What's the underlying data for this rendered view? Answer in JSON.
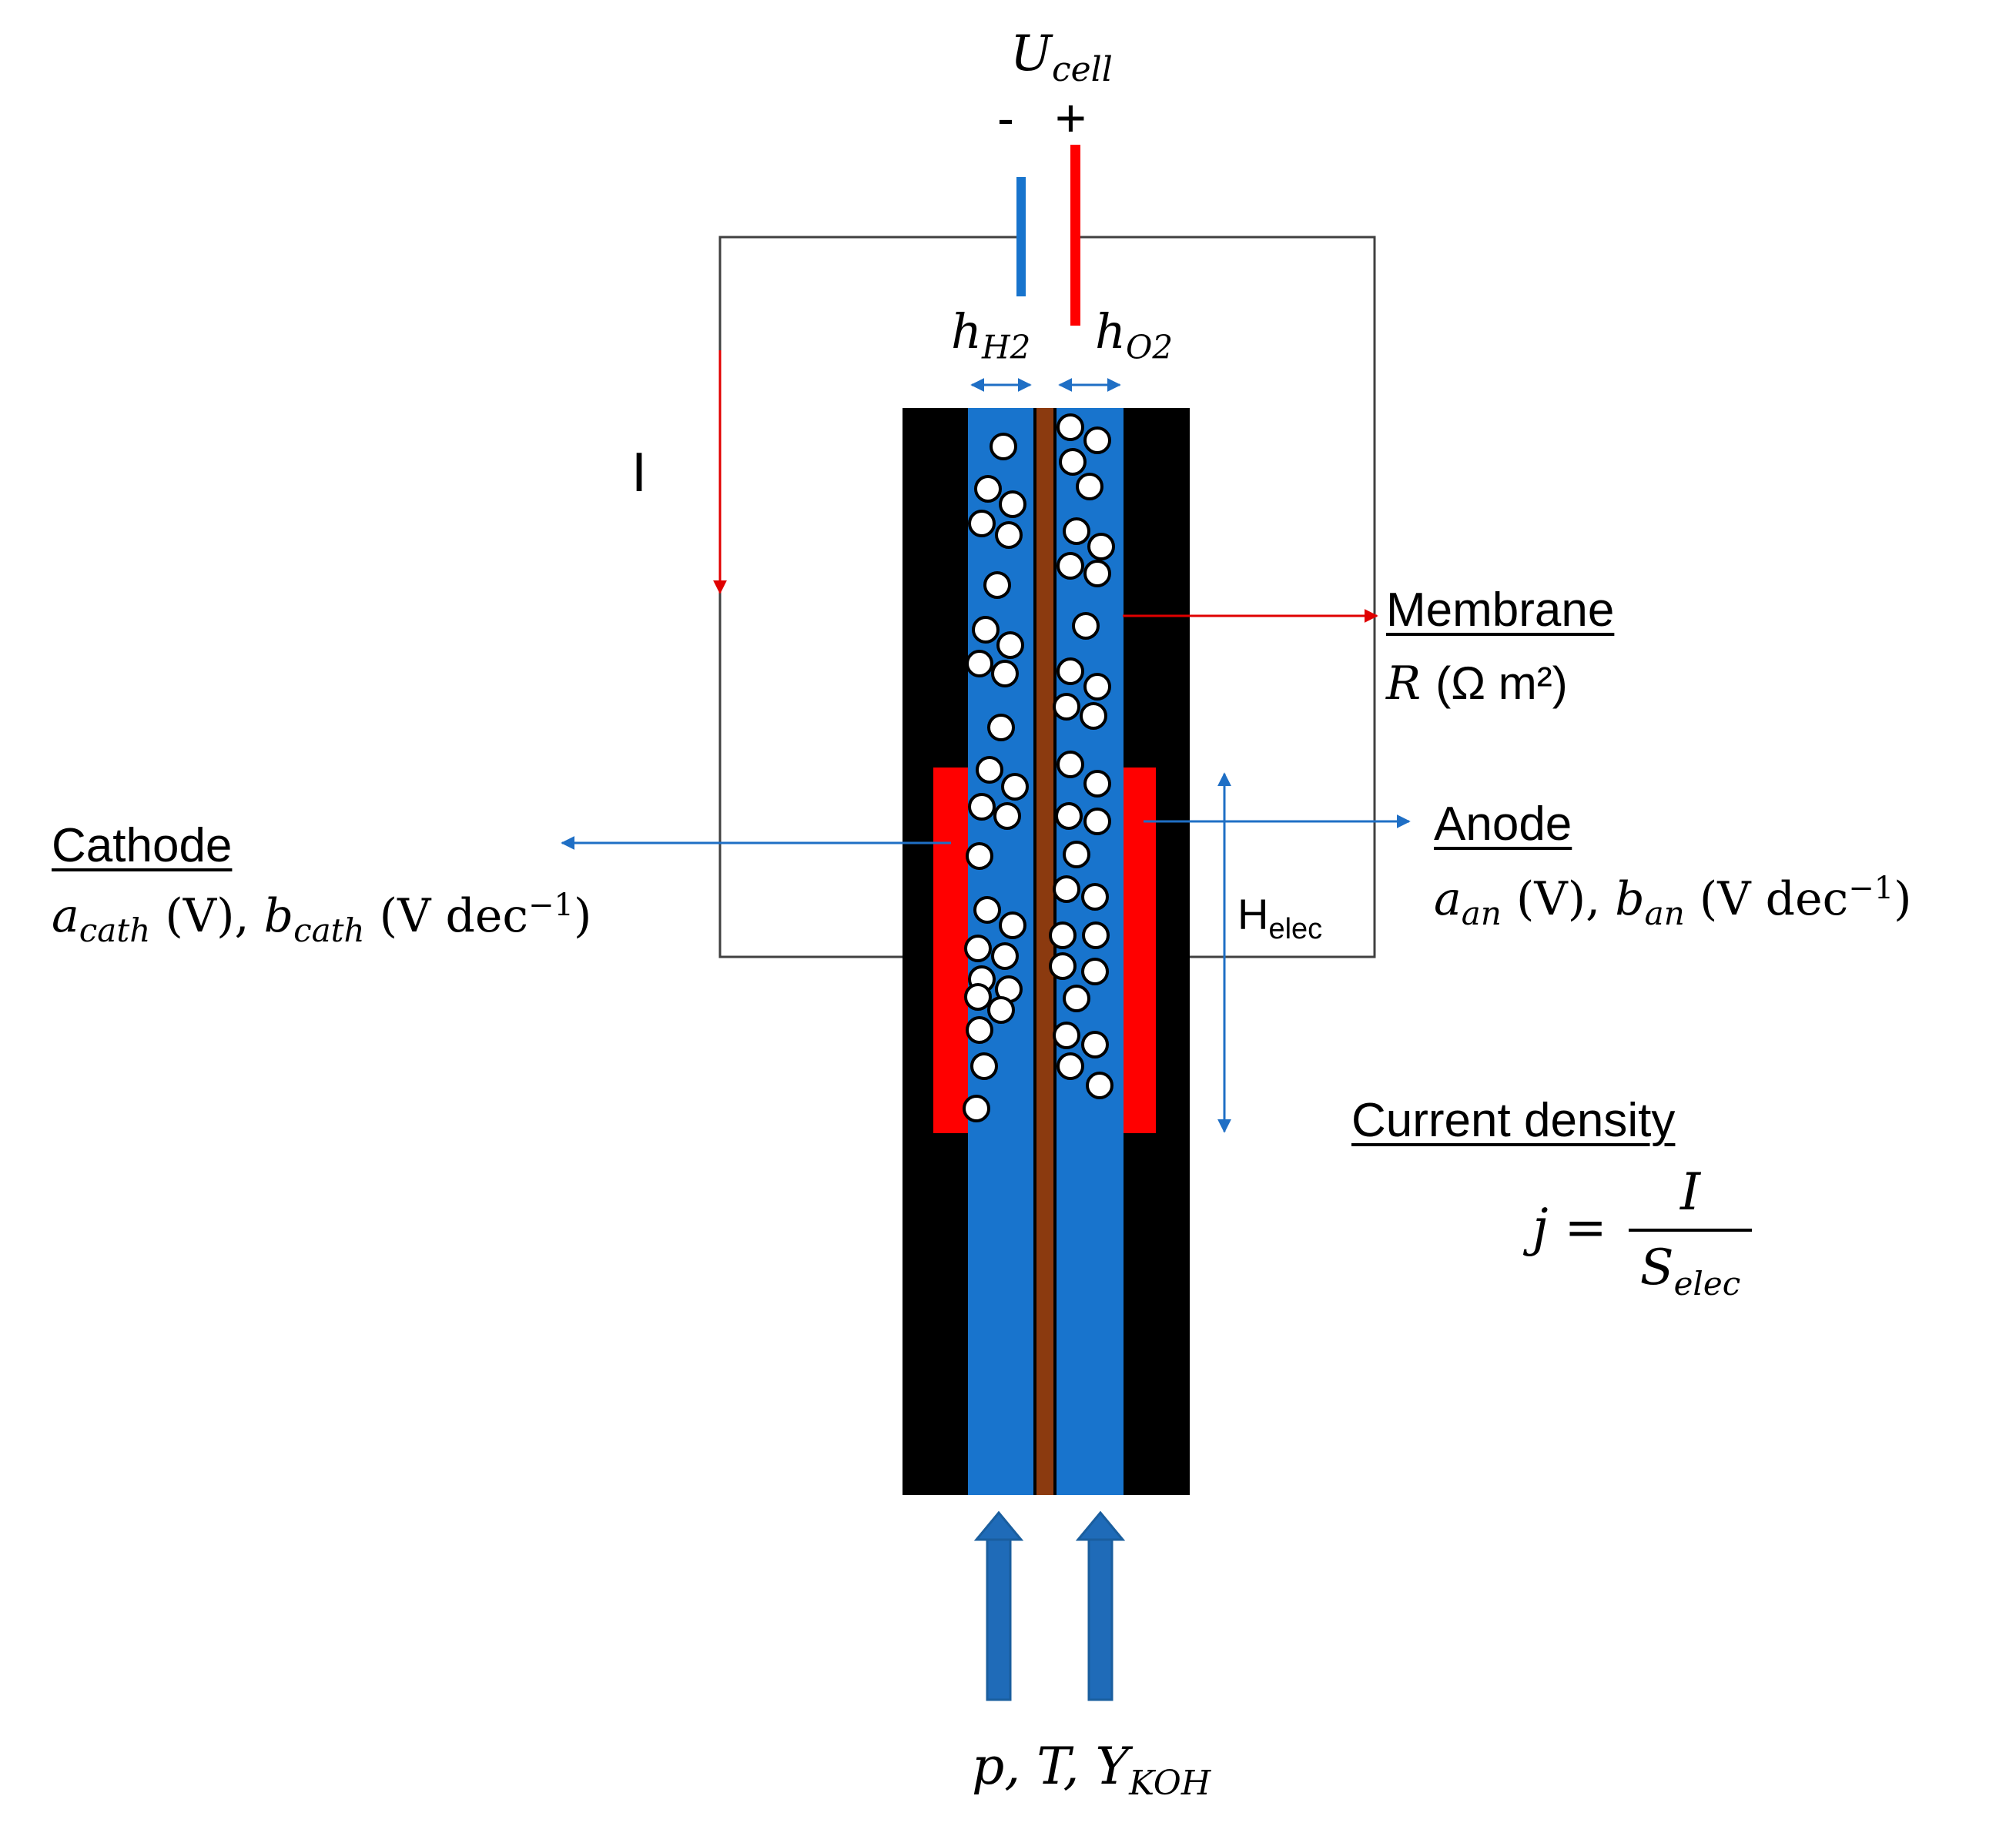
{
  "supply": {
    "voltage_symbol": "U",
    "voltage_subscript": "cell",
    "minus_sign": "-",
    "plus_sign": "+"
  },
  "current_label": "I",
  "gaps": {
    "h2_symbol": "h",
    "h2_subscript": "H2",
    "o2_symbol": "h",
    "o2_subscript": "O2"
  },
  "membrane": {
    "title": "Membrane",
    "param_symbol": "R",
    "param_units": "(Ω m²)"
  },
  "cathode": {
    "title": "Cathode",
    "a_symbol": "a",
    "a_sub": "cath",
    "a_unit": "(V),",
    "b_symbol": "b",
    "b_sub": "cath",
    "b_unit_open": "(V dec",
    "b_unit_exp": "−1",
    "b_unit_close": ")"
  },
  "anode": {
    "title": "Anode",
    "a_symbol": "a",
    "a_sub": "an",
    "a_unit": "(V),",
    "b_symbol": "b",
    "b_sub": "an",
    "b_unit_open": "(V dec",
    "b_unit_exp": "−1",
    "b_unit_close": ")"
  },
  "electrode_height": {
    "symbol": "H",
    "subscript": "elec"
  },
  "current_density": {
    "title": "Current density",
    "lhs": "j =",
    "numerator": "I",
    "denominator_symbol": "S",
    "denominator_subscript": "elec"
  },
  "inlet": {
    "p": "p, T, Y",
    "subscript": "KOH"
  },
  "colors": {
    "electrolyte": "#1874CD",
    "frame": "#000000",
    "membrane": "#8B3A0F",
    "electrode": "#FF0000",
    "wire": "#404040",
    "arrow_blue": "#1F6FC5",
    "arrow_red": "#E00000",
    "cathode_terminal": "#1874CD",
    "anode_terminal": "#FF0000",
    "inlet_arrow": "#1F6BB8"
  }
}
